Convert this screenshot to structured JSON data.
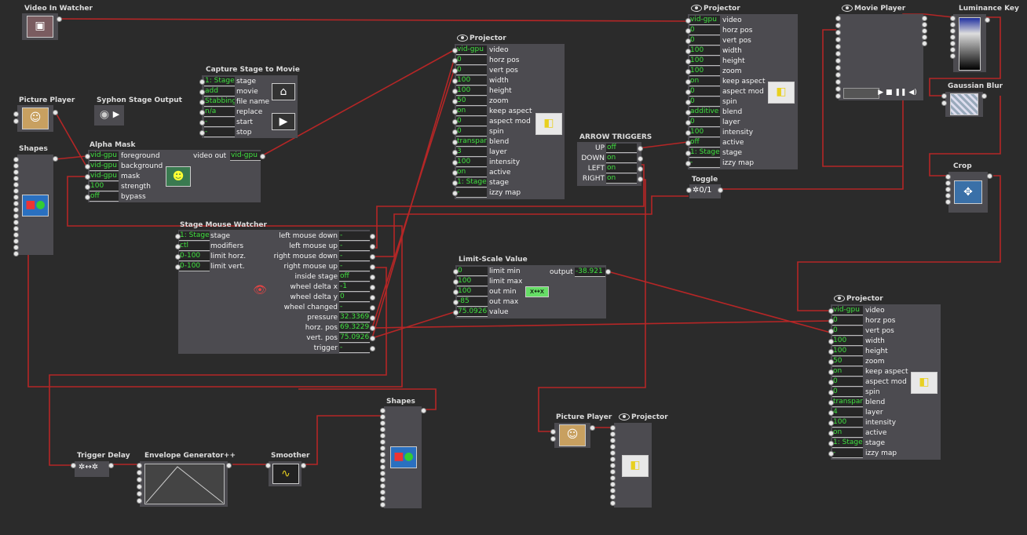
{
  "actors": {
    "video_in_watcher": {
      "title": "Video In Watcher"
    },
    "picture_player_1": {
      "title": "Picture Player"
    },
    "syphon": {
      "title": "Syphon Stage Output"
    },
    "shapes_1": {
      "title": "Shapes"
    },
    "capture": {
      "title": "Capture Stage to Movie",
      "rows": [
        {
          "v": "1: Stage",
          "l": "stage"
        },
        {
          "v": "add",
          "l": "movie"
        },
        {
          "v": "Stabbing",
          "l": "file name"
        },
        {
          "v": "n/a",
          "l": "replace"
        },
        {
          "v": "-",
          "l": "start"
        },
        {
          "v": "-",
          "l": "stop"
        }
      ]
    },
    "alpha_mask": {
      "title": "Alpha Mask",
      "rows": [
        {
          "v": "vid-gpu",
          "l": "foreground"
        },
        {
          "v": "vid-gpu",
          "l": "background"
        },
        {
          "v": "vid-gpu",
          "l": "mask"
        },
        {
          "v": "100",
          "l": "strength"
        },
        {
          "v": "off",
          "l": "bypass"
        }
      ],
      "out_label": "video out",
      "out_value": "vid-gpu"
    },
    "projector_mid": {
      "title": "Projector",
      "rows": [
        {
          "v": "vid-gpu",
          "l": "video"
        },
        {
          "v": "0",
          "l": "horz pos"
        },
        {
          "v": "0",
          "l": "vert pos"
        },
        {
          "v": "100",
          "l": "width"
        },
        {
          "v": "100",
          "l": "height"
        },
        {
          "v": "50",
          "l": "zoom"
        },
        {
          "v": "on",
          "l": "keep aspect"
        },
        {
          "v": "0",
          "l": "aspect mod"
        },
        {
          "v": "0",
          "l": "spin"
        },
        {
          "v": "transpar",
          "l": "blend"
        },
        {
          "v": "3",
          "l": "layer"
        },
        {
          "v": "100",
          "l": "intensity"
        },
        {
          "v": "on",
          "l": "active"
        },
        {
          "v": "1: Stage",
          "l": "stage"
        },
        {
          "v": "-",
          "l": "izzy map"
        }
      ]
    },
    "projector_top": {
      "title": "Projector",
      "rows": [
        {
          "v": "vid-gpu",
          "l": "video"
        },
        {
          "v": "0",
          "l": "horz pos"
        },
        {
          "v": "0",
          "l": "vert pos"
        },
        {
          "v": "100",
          "l": "width"
        },
        {
          "v": "100",
          "l": "height"
        },
        {
          "v": "100",
          "l": "zoom"
        },
        {
          "v": "on",
          "l": "keep aspect"
        },
        {
          "v": "0",
          "l": "aspect mod"
        },
        {
          "v": "0",
          "l": "spin"
        },
        {
          "v": "additive",
          "l": "blend"
        },
        {
          "v": "0",
          "l": "layer"
        },
        {
          "v": "100",
          "l": "intensity"
        },
        {
          "v": "off",
          "l": "active"
        },
        {
          "v": "1: Stage",
          "l": "stage"
        },
        {
          "v": "-",
          "l": "izzy map"
        }
      ]
    },
    "movie_player": {
      "title": "Movie Player"
    },
    "luminance_key": {
      "title": "Luminance Key"
    },
    "gaussian_blur": {
      "title": "Gaussian Blur"
    },
    "crop": {
      "title": "Crop"
    },
    "arrow_triggers": {
      "title": "ARROW TRIGGERS",
      "rows": [
        {
          "l": "UP",
          "v": "off"
        },
        {
          "l": "DOWN",
          "v": "on"
        },
        {
          "l": "LEFT",
          "v": "on"
        },
        {
          "l": "RIGHT",
          "v": "on"
        }
      ]
    },
    "toggle": {
      "title": "Toggle",
      "label": "0/1"
    },
    "stage_mouse": {
      "title": "Stage Mouse Watcher",
      "inputs": [
        {
          "v": "1: Stage",
          "l": "stage"
        },
        {
          "v": "ctl",
          "l": "modifiers"
        },
        {
          "v": "0-100",
          "l": "limit horz."
        },
        {
          "v": "0-100",
          "l": "limit vert."
        }
      ],
      "outputs": [
        {
          "l": "left mouse down",
          "v": "-"
        },
        {
          "l": "left mouse up",
          "v": "-"
        },
        {
          "l": "right mouse down",
          "v": "-"
        },
        {
          "l": "right mouse up",
          "v": "-"
        },
        {
          "l": "inside stage",
          "v": "off"
        },
        {
          "l": "wheel delta x",
          "v": "-1"
        },
        {
          "l": "wheel delta y",
          "v": "0"
        },
        {
          "l": "wheel changed",
          "v": "-"
        },
        {
          "l": "pressure",
          "v": "32.3369"
        },
        {
          "l": "horz. pos",
          "v": "69.3229"
        },
        {
          "l": "vert. pos",
          "v": "75.0926"
        },
        {
          "l": "trigger",
          "v": "-"
        }
      ]
    },
    "limit_scale": {
      "title": "Limit-Scale Value",
      "rows": [
        {
          "v": "0",
          "l": "limit min"
        },
        {
          "v": "100",
          "l": "limit max"
        },
        {
          "v": "100",
          "l": "out min"
        },
        {
          "v": "-85",
          "l": "out max"
        },
        {
          "v": "75.0926",
          "l": "value"
        }
      ],
      "out_label": "output",
      "out_value": "-38.921"
    },
    "projector_right": {
      "title": "Projector",
      "rows": [
        {
          "v": "vid-gpu",
          "l": "video"
        },
        {
          "v": "0",
          "l": "horz pos"
        },
        {
          "v": "0",
          "l": "vert pos"
        },
        {
          "v": "100",
          "l": "width"
        },
        {
          "v": "100",
          "l": "height"
        },
        {
          "v": "50",
          "l": "zoom"
        },
        {
          "v": "on",
          "l": "keep aspect"
        },
        {
          "v": "0",
          "l": "aspect mod"
        },
        {
          "v": "0",
          "l": "spin"
        },
        {
          "v": "transpar",
          "l": "blend"
        },
        {
          "v": "4",
          "l": "layer"
        },
        {
          "v": "100",
          "l": "intensity"
        },
        {
          "v": "on",
          "l": "active"
        },
        {
          "v": "1: Stage",
          "l": "stage"
        },
        {
          "v": "-",
          "l": "izzy map"
        }
      ]
    },
    "trigger_delay": {
      "title": "Trigger Delay"
    },
    "envelope": {
      "title": "Envelope Generator++"
    },
    "smoother": {
      "title": "Smoother"
    },
    "shapes_2": {
      "title": "Shapes"
    },
    "picture_player_2": {
      "title": "Picture Player"
    },
    "projector_bottom": {
      "title": "Projector"
    }
  },
  "colors": {
    "wire": "#b02727",
    "value": "#3fe03f",
    "background": "#2b2b2b",
    "body": "#4c4b50"
  }
}
